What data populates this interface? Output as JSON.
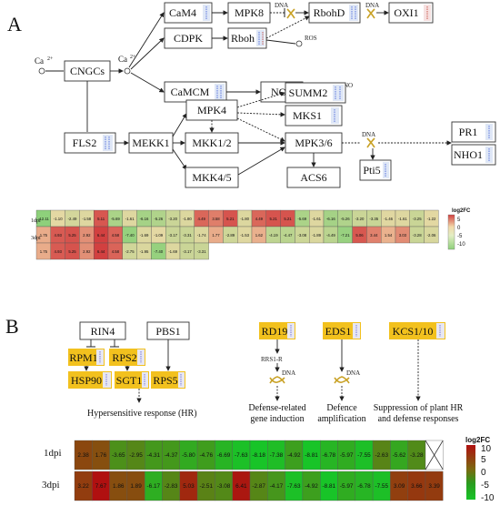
{
  "panel_a": {
    "label": "A",
    "nodes": {
      "cam4": "CaM4",
      "mpk8": "MPK8",
      "rbohd": "RbohD",
      "oxi1": "OXI1",
      "cdpk": "CDPK",
      "rboh": "Rboh",
      "camcm": "CaMCM",
      "nos": "NOS",
      "cngcs": "CNGCs",
      "summ2": "SUMM2",
      "mks1": "MKS1",
      "mpk4": "MPK4",
      "fls2": "FLS2",
      "mekk1": "MEKK1",
      "mkk12": "MKK1/2",
      "mpk36": "MPK3/6",
      "mkk45": "MKK4/5",
      "acs6": "ACS6",
      "pti5": "Pti5",
      "pr1": "PR1",
      "nho1": "NHO1"
    },
    "annotations": {
      "ca_left": "Ca",
      "ca_right": "Ca",
      "charge": "2+",
      "dna1": "DNA",
      "dna2": "DNA",
      "dna3": "DNA",
      "ros": "ROS",
      "no": "NO"
    },
    "heatmap": {
      "row_labels": [
        "1dpi",
        "3dpi"
      ],
      "legend_title": "log2FC",
      "legend_ticks": [
        "5",
        "0",
        "-5",
        "-10"
      ],
      "row1": [
        "-12.11",
        "-1.10",
        "-2.49",
        "-1.58",
        "5.11",
        "-5.69",
        "-1.61",
        "-6.16",
        "-5.26",
        "-3.20",
        "-1.80",
        "4.49",
        "3.58",
        "5.21",
        "-1.80",
        "4.49",
        "5.21",
        "5.21",
        "-5.69",
        "-1.61",
        "-6.16",
        "-5.26",
        "-3.20",
        "-3.35",
        "-1.46",
        "-1.61",
        "-3.25",
        "-1.22"
      ],
      "row2": [
        "1.75",
        "4.93",
        "5.25",
        "2.92",
        "6.44",
        "4.58",
        "-7.40",
        "-1.69",
        "-1.09",
        "-3.17",
        "-3.31",
        "-1.74",
        "1.77",
        "-2.89",
        "-1.53",
        "1.62",
        "-4.19",
        "-4.47",
        "-3.08",
        "-1.89",
        "-4.49",
        "-7.21",
        "5.06",
        "3.44",
        "1.54",
        "3.03",
        "-3.28",
        "-2.06"
      ],
      "row3": [
        "1.75",
        "4.93",
        "5.25",
        "2.92",
        "6.44",
        "4.58",
        "-2.75",
        "-1.95",
        "-7.40",
        "-1.69",
        "-3.17",
        "-3.31"
      ]
    }
  },
  "panel_b": {
    "label": "B",
    "nodes": {
      "rin4": "RIN4",
      "pbs1": "PBS1",
      "rpm1": "RPM1",
      "rps2": "RPS2",
      "hsp90": "HSP90",
      "sgt1": "SGT1",
      "rps5": "RPS5",
      "rd19": "RD19",
      "eds1": "EDS1",
      "kcs1": "KCS1/10"
    },
    "annotations": {
      "rrs1r": "RRS1-R",
      "dna1": "DNA",
      "dna2": "DNA"
    },
    "captions": {
      "hr": "Hypersensitive response (HR)",
      "defense_line1": "Defense-related",
      "defense_line2": "gene induction",
      "amp_line1": "Defence",
      "amp_line2": "amplification",
      "supp_line1": "Suppression of plant HR",
      "supp_line2": "and defense responses"
    },
    "heatmap": {
      "row_labels": [
        "1dpi",
        "3dpi"
      ],
      "legend_title": "log2FC",
      "legend_ticks": [
        "10",
        "5",
        "0",
        "-5",
        "-10"
      ],
      "row1": [
        "2.38",
        "1.76",
        "-3.65",
        "-2.95",
        "-4.31",
        "-4.37",
        "-5.80",
        "-4.76",
        "-6.69",
        "-7.63",
        "-8.18",
        "-7.38",
        "-4.92",
        "-8.81",
        "-6.78",
        "-5.97",
        "-7.55",
        "-2.63",
        "-5.62",
        "-3.28",
        ""
      ],
      "row2": [
        "3.22",
        "7.67",
        "1.86",
        "1.89",
        "-6.17",
        "-2.83",
        "5.03",
        "-2.51",
        "-3.08",
        "6.41",
        "-2.87",
        "-4.17",
        "-7.63",
        "-4.92",
        "-8.81",
        "-5.97",
        "-6.78",
        "-7.55",
        "3.09",
        "3.66",
        "3.39"
      ]
    }
  }
}
